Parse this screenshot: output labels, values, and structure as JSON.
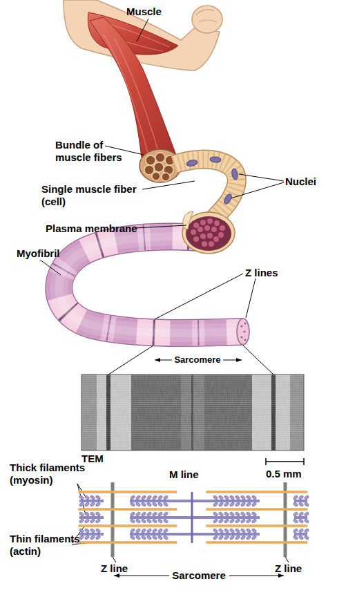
{
  "diagram": {
    "labels": [
      "Muscle",
      "Bundle of muscle fibers",
      "Single muscle fiber (cell)",
      "Nuclei",
      "Plasma membrane",
      "Myofibril",
      "Z lines",
      "Sarcomere",
      "TEM",
      "0.5 mm",
      "Thick filaments (myosin)",
      "M line",
      "Thin filaments (actin)",
      "Z line",
      "Sarcomere",
      "Z line"
    ]
  }
}
